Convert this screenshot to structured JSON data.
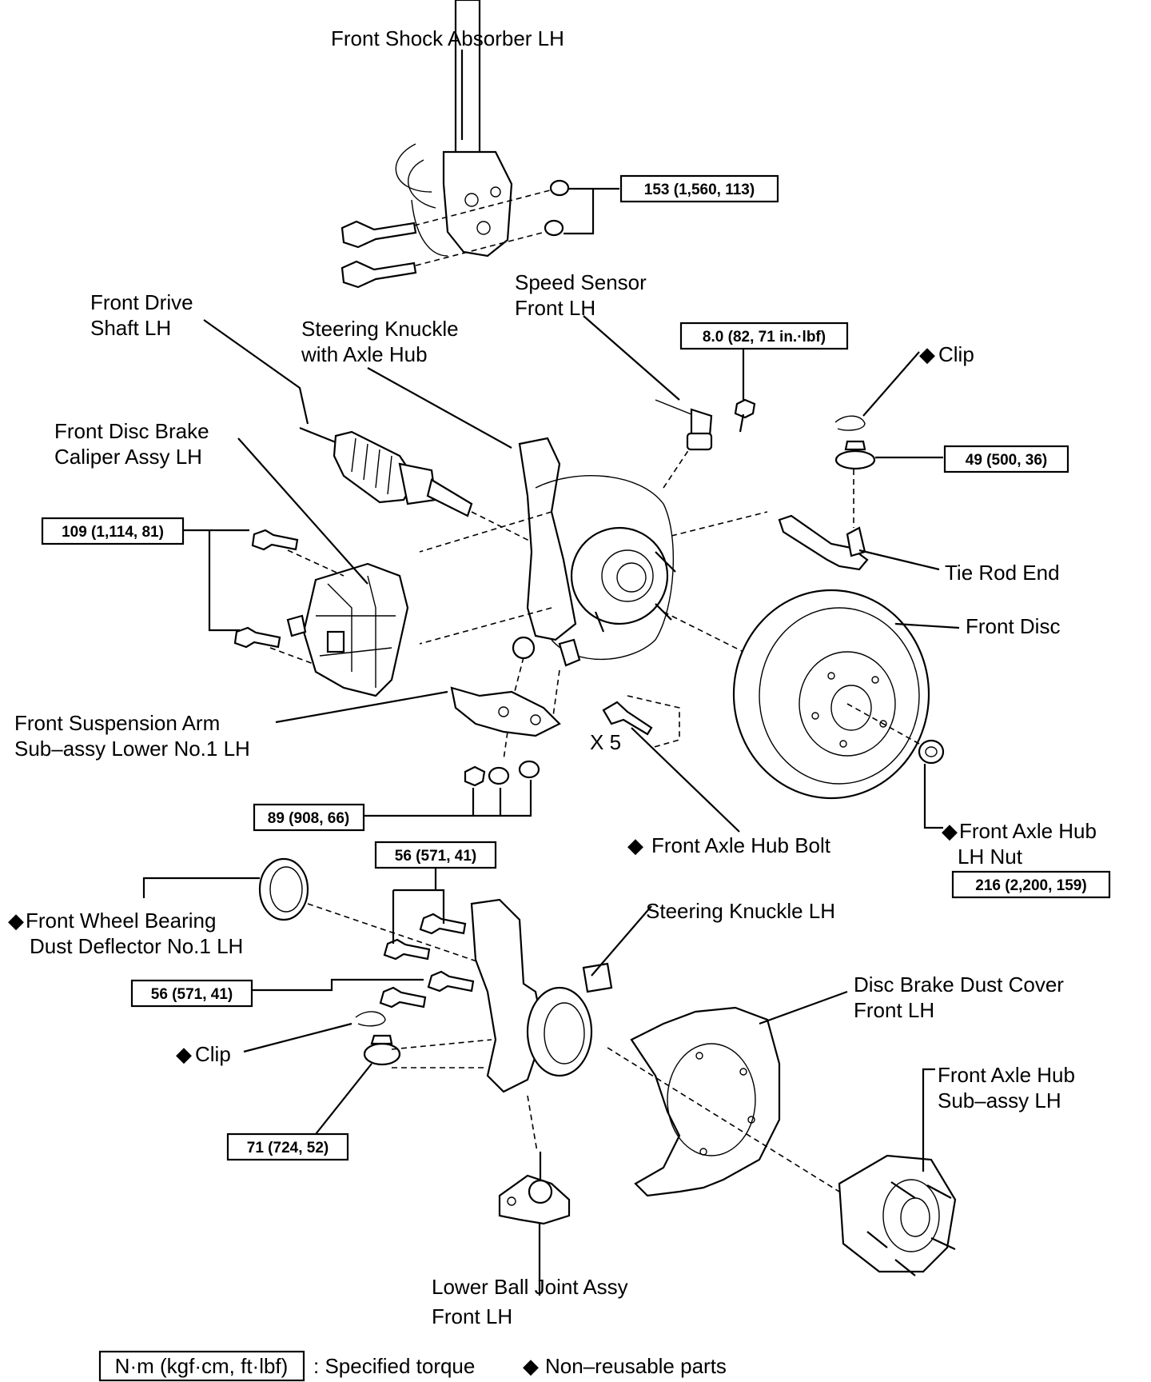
{
  "labels": {
    "front_shock_absorber": "Front Shock Absorber LH",
    "front_drive_shaft": [
      "Front Drive",
      "Shaft LH"
    ],
    "steering_knuckle_axle_hub": [
      "Steering Knuckle",
      "with Axle Hub"
    ],
    "speed_sensor": [
      "Speed Sensor",
      "Front LH"
    ],
    "clip_upper": "Clip",
    "front_disc_brake_caliper": [
      "Front Disc Brake",
      "Caliper Assy LH"
    ],
    "tie_rod_end": "Tie Rod End",
    "front_disc": "Front Disc",
    "front_suspension_arm": [
      "Front Suspension Arm",
      "Sub–assy Lower No.1 LH"
    ],
    "x5": "X 5",
    "front_axle_hub_bolt": "Front Axle Hub Bolt",
    "front_axle_hub_nut": [
      "Front Axle Hub",
      "LH Nut"
    ],
    "steering_knuckle": "Steering Knuckle LH",
    "dust_deflector": [
      "Front Wheel Bearing",
      "Dust Deflector No.1 LH"
    ],
    "disc_brake_dust_cover": [
      "Disc Brake Dust Cover",
      "Front LH"
    ],
    "clip_lower": "Clip",
    "front_axle_hub_subassy": [
      "Front Axle Hub",
      "Sub–assy LH"
    ],
    "lower_ball_joint": [
      "Lower Ball Joint Assy",
      "Front LH"
    ]
  },
  "torques": {
    "shock_bolts": "153 (1,560, 113)",
    "speed_sensor_bolt": "8.0 (82, 71 in.·lbf)",
    "tie_rod_nut": "49 (500, 36)",
    "caliper_bolts": "109 (1,114, 81)",
    "suspension_arm_bolts": "89 (908, 66)",
    "upper_dust_cover_bolts": "56 (571, 41)",
    "axle_hub_nut": "216 (2,200, 159)",
    "lower_dust_cover_bolts": "56 (571, 41)",
    "ball_joint_nut": "71 (724, 52)"
  },
  "symbols": {
    "non_reusable": "◆"
  },
  "legend": {
    "unit_box": "N·m (kgf·cm, ft·lbf)",
    "specified_torque": ": Specified torque",
    "non_reusable": "Non–reusable parts"
  }
}
